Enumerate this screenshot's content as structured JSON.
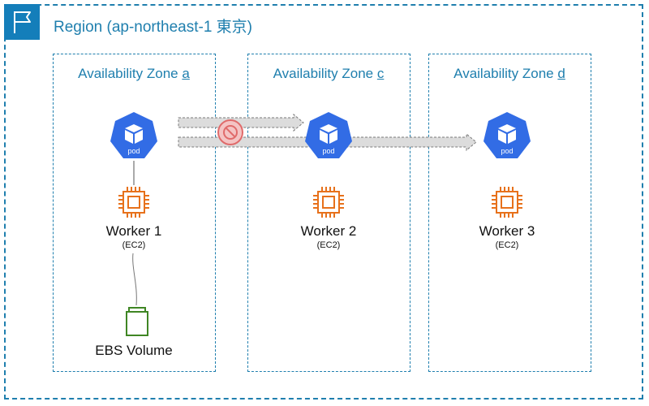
{
  "region": {
    "title": "Region (ap-northeast-1 東京)",
    "icon": "flag-icon",
    "color": "#1f7fae"
  },
  "zones": [
    {
      "prefix": "Availability Zone ",
      "suffix": "a"
    },
    {
      "prefix": "Availability Zone ",
      "suffix": "c"
    },
    {
      "prefix": "Availability Zone ",
      "suffix": "d"
    }
  ],
  "pod_label": "pod",
  "workers": [
    {
      "name": "Worker 1",
      "type": "(EC2)"
    },
    {
      "name": "Worker 2",
      "type": "(EC2)"
    },
    {
      "name": "Worker 3",
      "type": "(EC2)"
    }
  ],
  "volume": {
    "label": "EBS Volume",
    "icon": "ebs-volume-icon"
  },
  "colors": {
    "pod": "#326ce5",
    "ec2": "#e7711b",
    "ebs": "#3f8624",
    "blocked": "#e06b6b",
    "arrow": "#dcdcdc"
  }
}
